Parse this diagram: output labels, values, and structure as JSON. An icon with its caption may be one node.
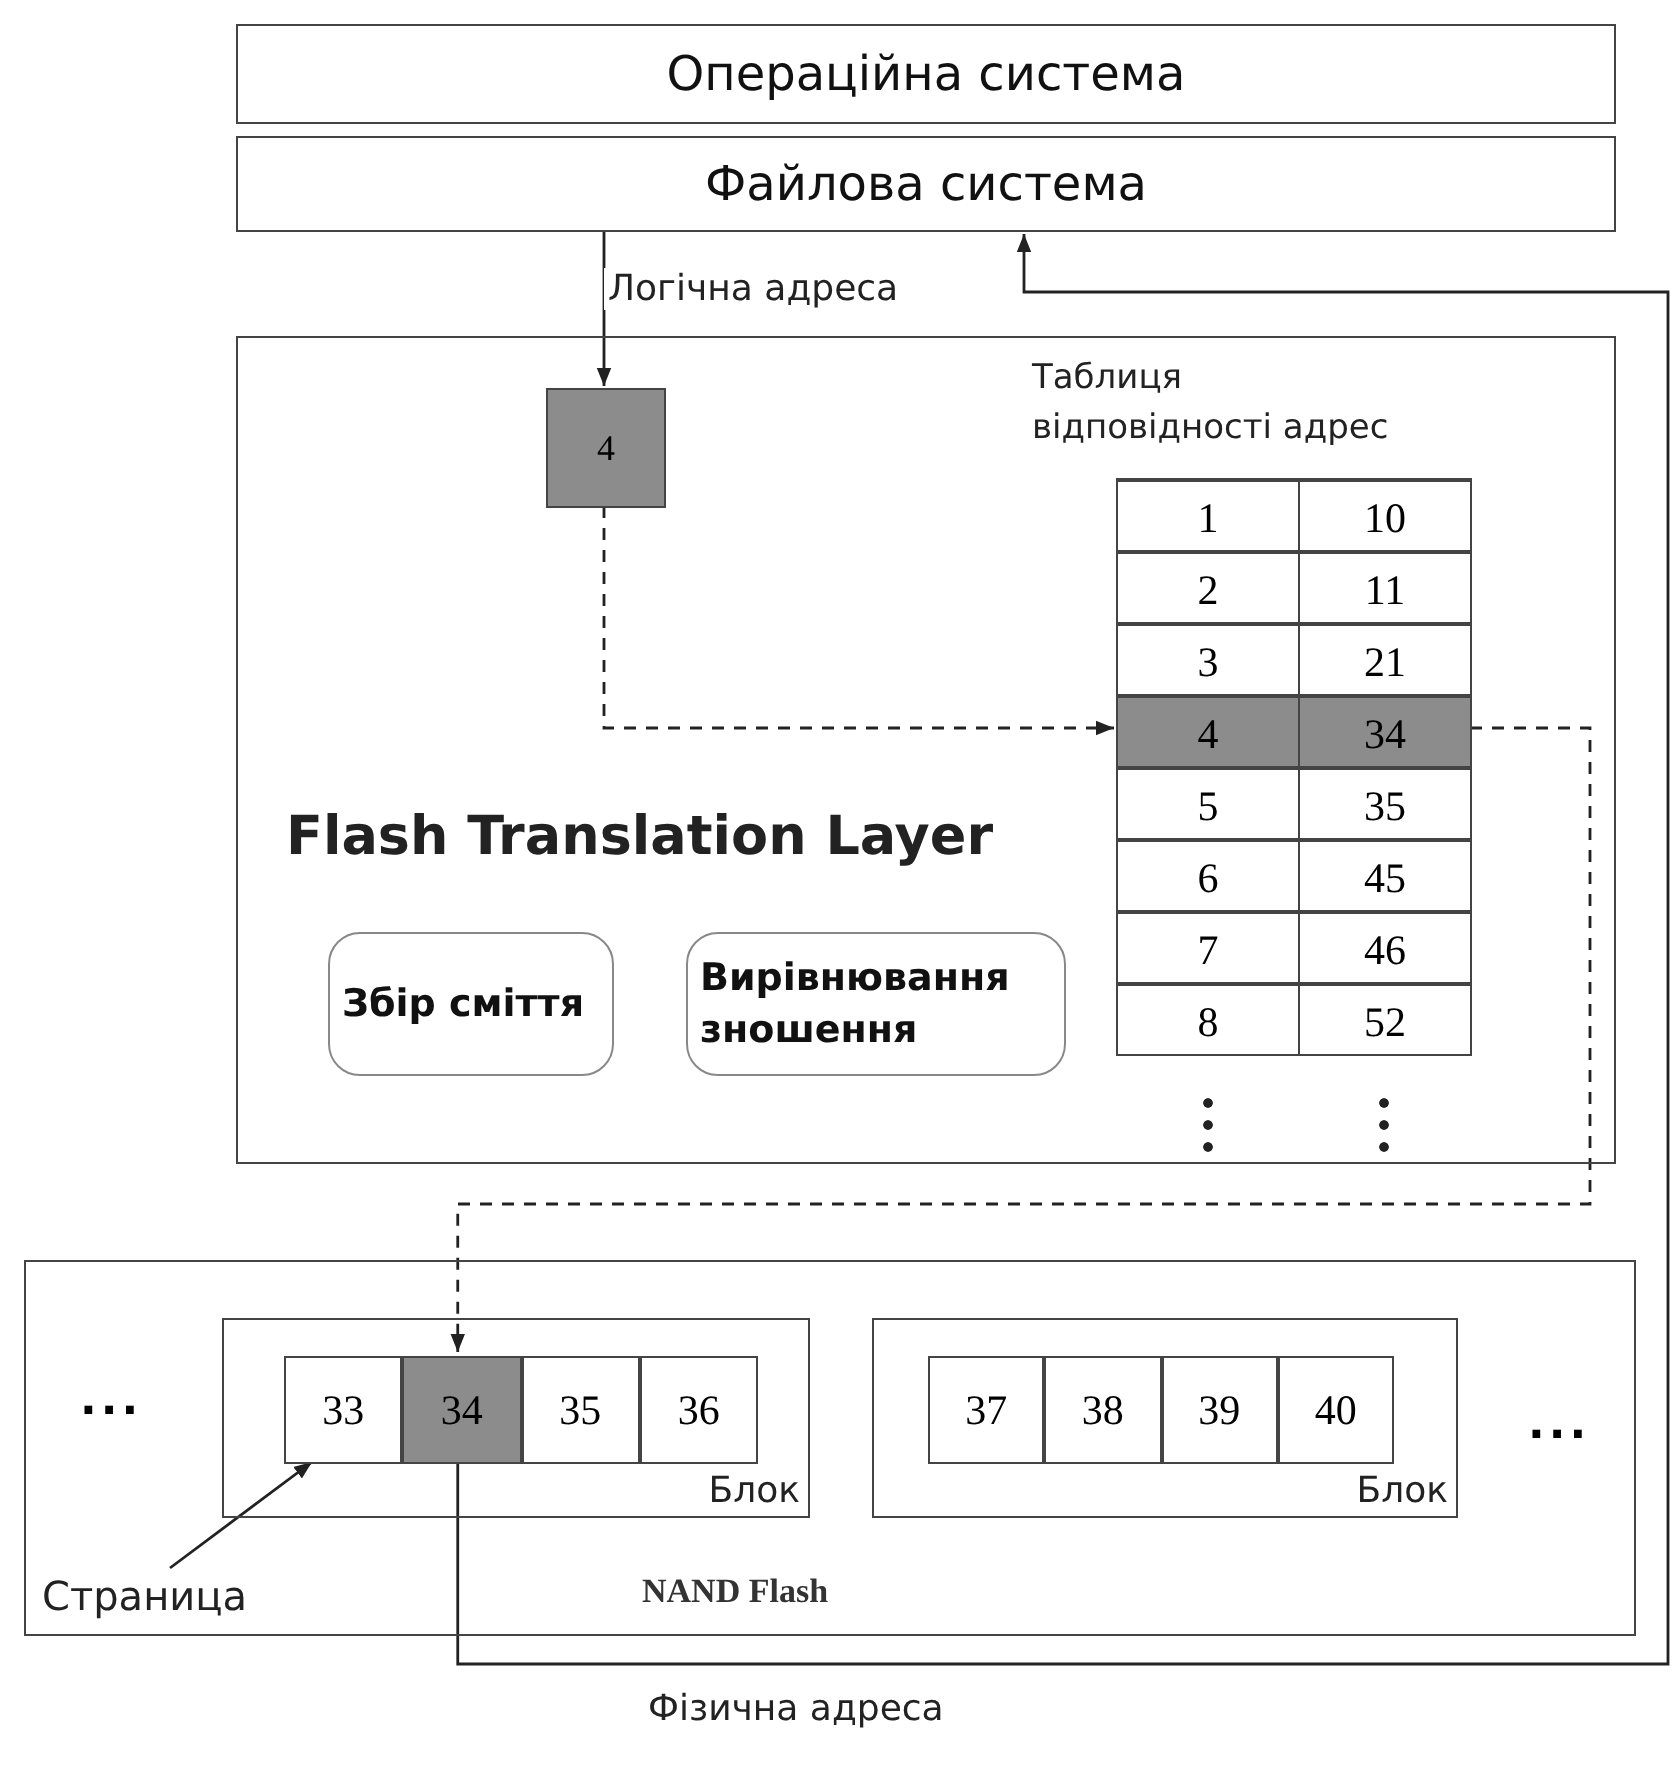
{
  "diagram": {
    "nodes": [
      {
        "text": [
          "Операційна система"
        ]
      },
      {
        "text": [
          "Файлова система"
        ]
      },
      {
        "text": [
          "Flash Translation Layer"
        ]
      },
      {
        "text": [
          "4"
        ],
        "in": 2
      },
      {
        "text": [
          "Таблиця відповідності адрес"
        ],
        "in": 2
      },
      {
        "text": [
          "1",
          "10"
        ],
        "in": 4
      },
      {
        "text": [
          "2",
          "11"
        ],
        "in": 4
      },
      {
        "text": [
          "3",
          "21"
        ],
        "in": 4
      },
      {
        "text": [
          "4",
          "34"
        ],
        "in": 4
      },
      {
        "text": [
          "5",
          "35"
        ],
        "in": 4
      },
      {
        "text": [
          "6",
          "45"
        ],
        "in": 4
      },
      {
        "text": [
          "7",
          "46"
        ],
        "in": 4
      },
      {
        "text": [
          "8",
          "52"
        ],
        "in": 4
      },
      {
        "text": [
          "Збір сміття"
        ],
        "in": 2
      },
      {
        "text": [
          "Вирівнювання зношення"
        ],
        "in": 2
      },
      {
        "text": [
          "NAND Flash"
        ]
      },
      {
        "text": [
          "Блок"
        ],
        "in": 15
      },
      {
        "text": [
          "33"
        ],
        "in": 16
      },
      {
        "text": [
          "34"
        ],
        "in": 16
      },
      {
        "text": [
          "35"
        ],
        "in": 16
      },
      {
        "text": [
          "36"
        ],
        "in": 16
      },
      {
        "text": [
          "Блок"
        ],
        "in": 15
      },
      {
        "text": [
          "37"
        ],
        "in": 21
      },
      {
        "text": [
          "38"
        ],
        "in": 21
      },
      {
        "text": [
          "39"
        ],
        "in": 21
      },
      {
        "text": [
          "40"
        ],
        "in": 21
      },
      {
        "text": [
          "Страница"
        ],
        "in": 15
      }
    ],
    "edges": [
      {
        "from": 1,
        "to": 3,
        "arrow": "to",
        "label": "Логічна адреса"
      },
      {
        "from": 3,
        "to": 8,
        "arrow": "to",
        "style": "dashed"
      },
      {
        "from": 8,
        "to": 18,
        "arrow": "to",
        "style": "dashed"
      },
      {
        "from": 26,
        "to": 17,
        "arrow": "to"
      },
      {
        "from": 18,
        "to": 1,
        "arrow": "to",
        "label": "Фізична адреса"
      }
    ],
    "labels": [
      "...",
      "..."
    ]
  }
}
